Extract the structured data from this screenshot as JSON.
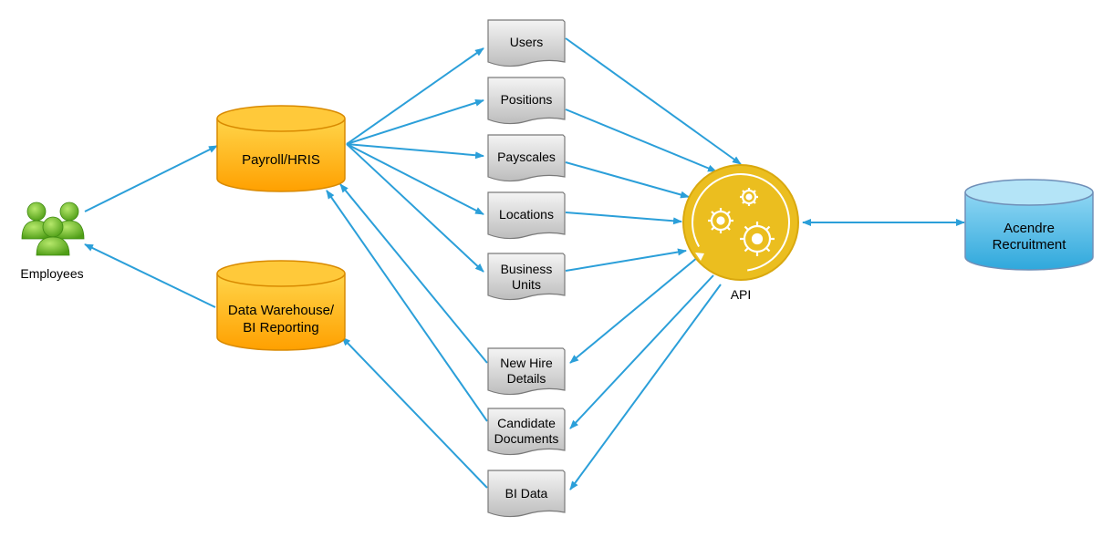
{
  "actors": {
    "employees": "Employees"
  },
  "databases": {
    "payroll": "Payroll/HRIS",
    "warehouse": [
      "Data Warehouse/",
      "BI Reporting"
    ],
    "acendre": [
      "Acendre",
      "Recruitment"
    ]
  },
  "documents": {
    "users": "Users",
    "positions": "Positions",
    "payscales": "Payscales",
    "locations": "Locations",
    "business_units": [
      "Business",
      "Units"
    ],
    "new_hire": [
      "New Hire",
      "Details"
    ],
    "candidate_docs": [
      "Candidate",
      "Documents"
    ],
    "bi_data": "BI Data"
  },
  "api": {
    "label": "API",
    "icon": "gears-icon"
  },
  "colors": {
    "arrow": "#2B9FD9",
    "db_orange": "#FFB300",
    "db_blue": "#3FB6E6",
    "api_yellow": "#EBBE1F",
    "doc_gray": "#D0D0D0",
    "person_green": "#6BBF2A"
  }
}
